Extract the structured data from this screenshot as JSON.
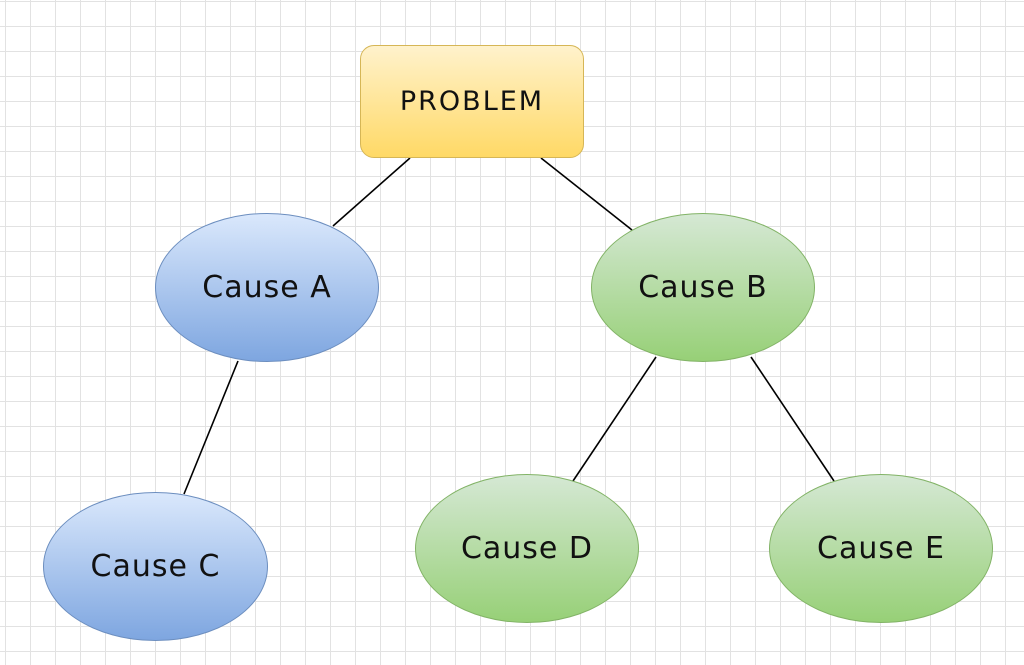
{
  "diagram": {
    "root": {
      "label": "PROBLEM",
      "fill": "#ffd966",
      "stroke": "#d6b656"
    },
    "nodes": [
      {
        "id": "cause-a",
        "label": "Cause A",
        "parent": "root",
        "fill": "#7ea6e0",
        "stroke": "#6c8ebf"
      },
      {
        "id": "cause-b",
        "label": "Cause B",
        "parent": "root",
        "fill": "#97d077",
        "stroke": "#82b366"
      },
      {
        "id": "cause-c",
        "label": "Cause C",
        "parent": "cause-a",
        "fill": "#7ea6e0",
        "stroke": "#6c8ebf"
      },
      {
        "id": "cause-d",
        "label": "Cause D",
        "parent": "cause-b",
        "fill": "#97d077",
        "stroke": "#82b366"
      },
      {
        "id": "cause-e",
        "label": "Cause E",
        "parent": "cause-b",
        "fill": "#97d077",
        "stroke": "#82b366"
      }
    ]
  },
  "colors": {
    "grid": "#e2e2e2",
    "edge": "#000000",
    "background": "#ffffff"
  }
}
